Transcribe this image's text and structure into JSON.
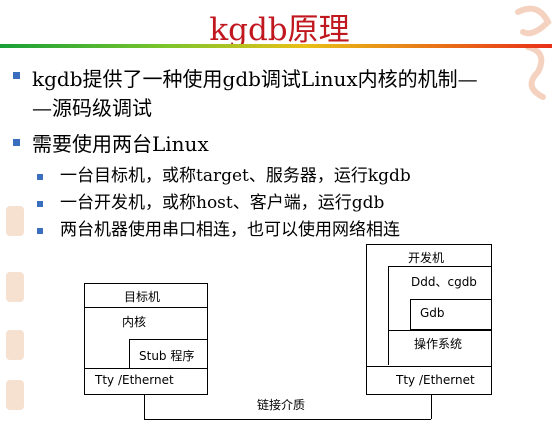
{
  "title": "kgdb原理",
  "bullets": [
    {
      "level": 1,
      "text_line1": "kgdb提供了一种使用gdb调试Linux内核的机制—",
      "text_line2": "—源码级调试"
    },
    {
      "level": 1,
      "text_line1": "需要使用两台Linux"
    },
    {
      "level": 2,
      "text_line1": "一台目标机，或称target、服务器，运行kgdb"
    },
    {
      "level": 2,
      "text_line1": "一台开发机，或称host、客户端，运行gdb"
    },
    {
      "level": 2,
      "text_line1": "两台机器使用串口相连，也可以使用网络相连"
    }
  ],
  "diagram": {
    "target": {
      "title": "目标机",
      "kernel": "内核",
      "stub": "Stub 程序",
      "port": "Tty /Ethernet"
    },
    "host": {
      "title": "开发机",
      "ddd": "Ddd、cgdb",
      "gdb": "Gdb",
      "os": "操作系统",
      "port": "Tty /Ethernet"
    },
    "link": "链接介质"
  },
  "colors": {
    "title": "#c0181e",
    "bullet": "#3a6fc0"
  }
}
